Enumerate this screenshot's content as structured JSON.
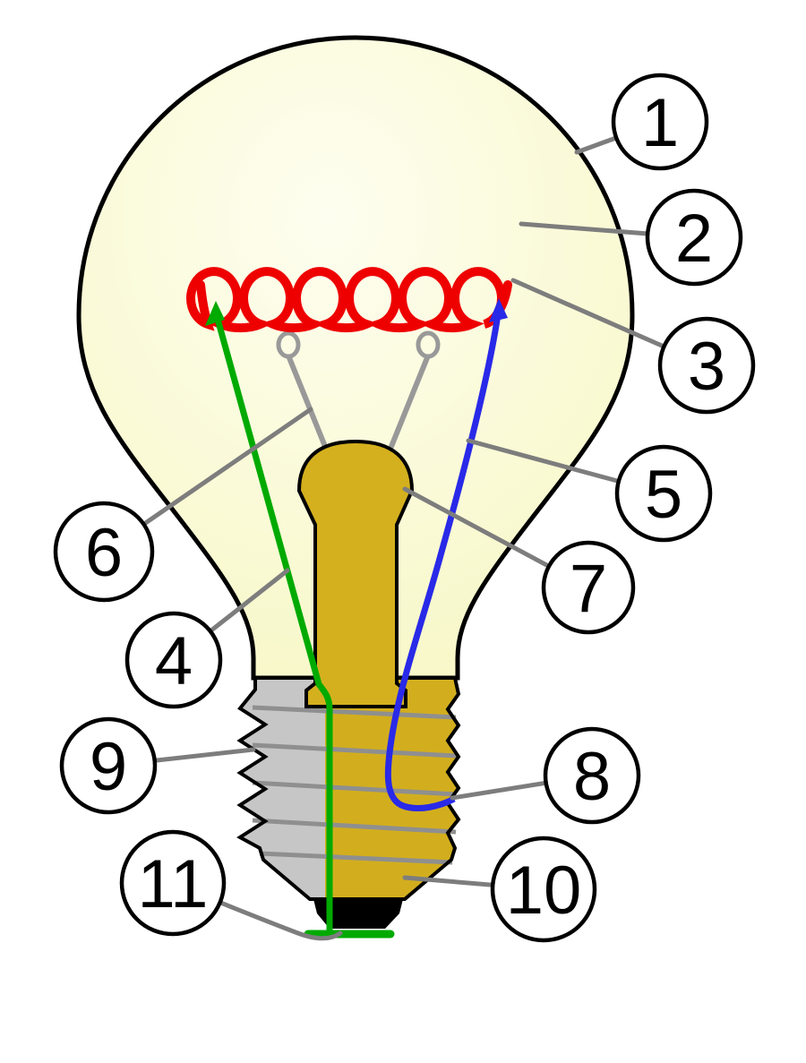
{
  "figure": {
    "type": "diagram",
    "subject": "Incandescent light bulb cutaway diagram with numbered callouts"
  },
  "callouts": [
    {
      "number": "1"
    },
    {
      "number": "2"
    },
    {
      "number": "3"
    },
    {
      "number": "4"
    },
    {
      "number": "5"
    },
    {
      "number": "6"
    },
    {
      "number": "7"
    },
    {
      "number": "8"
    },
    {
      "number": "9"
    },
    {
      "number": "10"
    },
    {
      "number": "11"
    }
  ],
  "colors": {
    "background": "#ffffff",
    "outline": "#000000",
    "glass_inner": "#fefef0",
    "glass_outer": "#f7f7c6",
    "filament_red": "#ee0000",
    "support_wire_gray": "#999999",
    "stem_gold": "#d4b01e",
    "base_gold": "#d2ae1e",
    "screw_gray": "#c6c6c6",
    "thread_line_gray": "#8f8f8f",
    "wire_green": "#00aa00",
    "wire_blue": "#2929e8",
    "leader_gray": "#7d7d7d",
    "insulator_black": "#000000",
    "callout_fill": "#ffffff",
    "callout_stroke": "#000000",
    "callout_text": "#000000"
  }
}
